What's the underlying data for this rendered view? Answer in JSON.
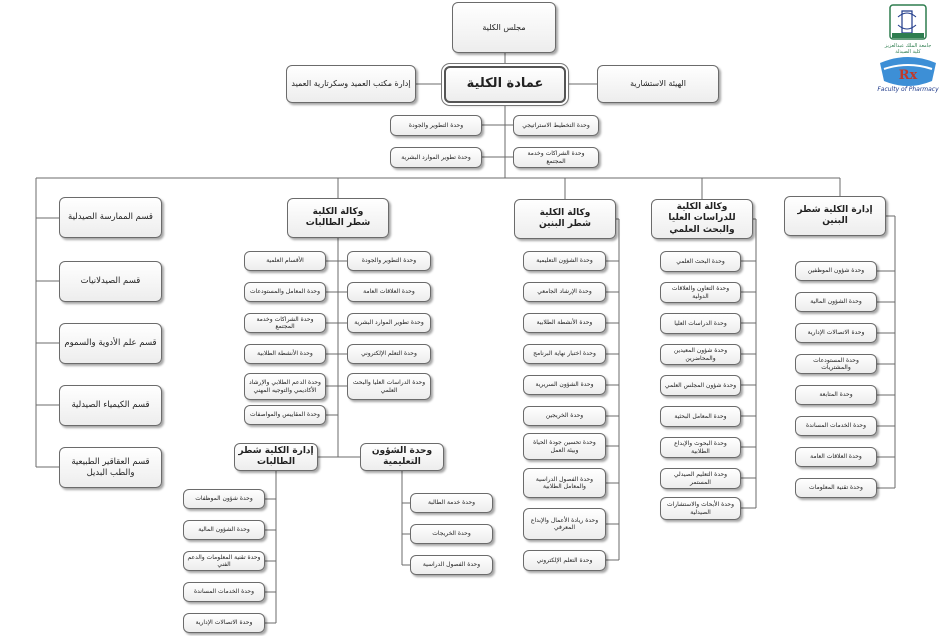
{
  "top": {
    "council": "مجلس الكلية",
    "dean": "عمادة الكلية",
    "advisory": "الهيئة الاستشارية",
    "dean_office": "إدارة مكتب العميد وسكرتارية العميد"
  },
  "dean_units": {
    "quality": "وحدة التطوير والجودة",
    "strategic": "وحدة التخطيط الاستراتيجي",
    "hr": "وحدة تطوير الموارد البشرية",
    "community": "وحدة الشراكات وخدمة المجتمع"
  },
  "branches": {
    "female_admin": "إدارة الكلية شطر البنين",
    "grad_vice": "وكالة الكلية للدراسات العليا والبحث العلمي",
    "boys_vice": "وكالة الكلية\nشطر البنين",
    "girls_vice": "وكالة الكلية\nشطر الطالبات"
  },
  "departments": [
    "قسم الممارسة الصيدلية",
    "قسم الصيدلانيات",
    "قسم علم الأدوية والسموم",
    "قسم الكيمياء الصيدلية",
    "قسم العقاقير الطبيعية والطب البديل"
  ],
  "female_admin_units": [
    "وحدة شؤون الموظفين",
    "وحدة الشؤون المالية",
    "وحدة الاتصالات الإدارية",
    "وحدة المستودعات والمشتريات",
    "وحدة المتابعة",
    "وحدة الخدمات المساندة",
    "وحدة العلاقات العامة",
    "وحدة تقنية المعلومات"
  ],
  "grad_units": [
    "وحدة البحث العلمي",
    "وحدة التعاون والعلاقات الدولية",
    "وحدة الدراسات العليا",
    "وحدة شؤون المعيدين والمحاضرين",
    "وحدة شؤون المجلس العلمي",
    "وحدة المعامل البحثية",
    "وحدة البحوث والإبداع الطلابية",
    "وحدة التعليم الصيدلي المستمر",
    "وحدة الأبحاث والاستشارات الصيدلية"
  ],
  "boys_units": [
    "وحدة الشؤون التعليمية",
    "وحدة الإرشاد الجامعي",
    "وحدة الأنشطة الطلابية",
    "وحدة اختبار نهاية البرنامج",
    "وحدة الشؤون السريرية",
    "وحدة الخريجين",
    "وحدة تحسين جودة الحياة وبيئة العمل",
    "وحدة الفصول الدراسية والمعامل الطلابية",
    "وحدة ريادة الأعمال والإبداع المعرفي",
    "وحدة التعلم الإلكتروني"
  ],
  "girls_units_left": [
    "الأقسام العلمية",
    "وحدة المعامل والمستودعات",
    "وحدة الشراكات وخدمة المجتمع",
    "وحدة الأنشطة الطلابية",
    "وحدة الدعم الطلابي والإرشاد الأكاديمي والتوجيه المهني",
    "وحدة المقاييس والمواصفات"
  ],
  "girls_units_right": [
    "وحدة التطوير والجودة",
    "وحدة العلاقات العامة",
    "وحدة تطوير الموارد البشرية",
    "وحدة التعلم الإلكتروني",
    "وحدة الدراسات العليا والبحث العلمي"
  ],
  "girls_admin": {
    "title": "إدارة الكلية شطر الطالبات",
    "units": [
      "وحدة شؤون الموظفات",
      "وحدة الشؤون المالية",
      "وحدة تقنية المعلومات والدعم الفني",
      "وحدة الخدمات المساندة",
      "وحدة الاتصالات الإدارية"
    ]
  },
  "edu_affairs": {
    "title": "وحدة الشؤون التعليمية",
    "units": [
      "وحدة خدمة الطالبة",
      "وحدة الخريجات",
      "وحدة الفصول الدراسية"
    ]
  },
  "logo": {
    "uni_text": "جامعة الملك عبدالعزيز",
    "faculty_ar": "كلية الصيدلة",
    "rx": "Rx",
    "faculty_en": "Faculty of Pharmacy",
    "colors": {
      "green": "#2e7d4f",
      "navy": "#1f3a8a",
      "blue": "#3d8fd6",
      "red": "#c0392b"
    }
  },
  "colors": {
    "line": "#6b6b6b",
    "box_border": "#6b6b6b"
  }
}
